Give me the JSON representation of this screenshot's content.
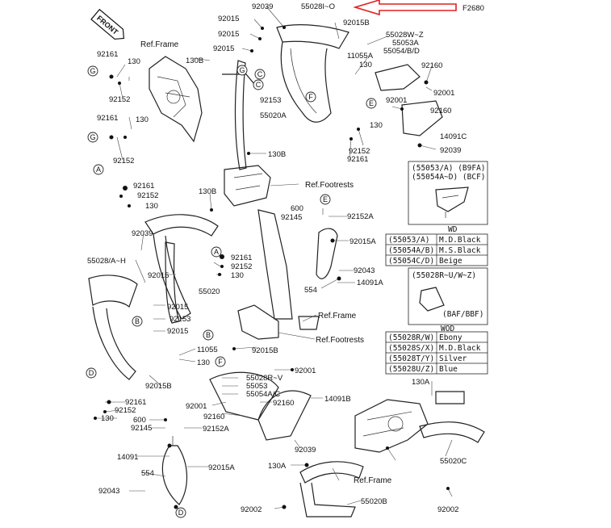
{
  "diagram_id": "F2680",
  "front_label": "FRONT",
  "accent_color": "#e02020",
  "refs": {
    "frame_top": "Ref.Frame",
    "footrests_top": "Ref.Footrests",
    "frame_mid": "Ref.Frame",
    "footrests_mid": "Ref.Footrests",
    "frame_bottom": "Ref.Frame"
  },
  "parts": {
    "p92039_top": "92039",
    "p55028_top": "55028I~O",
    "p92015_1": "92015",
    "p92015_2": "92015",
    "p92015_3": "92015",
    "p92015B_top": "92015B",
    "p55028WZ": "55028W~Z",
    "p55053A": "55053A",
    "p55054BD": "55054/B/D",
    "p11055A": "11055A",
    "p130B_1": "130B",
    "p130_r1": "130",
    "p92160_r1": "92160",
    "p92001_r1": "92001",
    "p92001_r2": "92001",
    "p92160_r2": "92160",
    "p14091C": "14091C",
    "p92039_r": "92039",
    "p92152_r": "92152",
    "p92161_r": "92161",
    "p130_r2": "130",
    "p92161_l1": "92161",
    "p130_l1": "130",
    "p92152_l1": "92152",
    "p92161_l2": "92161",
    "p130_l2": "130",
    "p92152_l2": "92152",
    "p92153_t": "92153",
    "p55020A": "55020A",
    "p130B_2": "130B",
    "p92161_a": "92161",
    "p92152_a": "92152",
    "p130_a": "130",
    "p130B_3": "130B",
    "p600_r": "600",
    "p92145_r": "92145",
    "p92152A_r": "92152A",
    "p92015A_r": "92015A",
    "p92043_r": "92043",
    "p554_r": "554",
    "p14091A": "14091A",
    "p92039_l": "92039",
    "p55028AH": "55028/A~H",
    "p92161_m": "92161",
    "p92152_m": "92152",
    "p130_m": "130",
    "p92015_l1": "92015",
    "p55020": "55020",
    "p92015_l2": "92015",
    "p92153_l": "92153",
    "p92015_l3": "92015",
    "p11055": "11055",
    "p130_l3": "130",
    "p92015B_m": "92015B",
    "p55028RV": "55028R~V",
    "p55053": "55053",
    "p55054AC": "55054A/C",
    "p92001_m": "92001",
    "p92001_m2": "92001",
    "p92160_m": "92160",
    "p92160_m2": "92160",
    "p14091B": "14091B",
    "p92015B_l": "92015B",
    "p92161_l3": "92161",
    "p92152_l3": "92152",
    "p130_l4": "130",
    "p600_l": "600",
    "p92145_l": "92145",
    "p92152A_l": "92152A",
    "p14091": "14091",
    "p92015A_l": "92015A",
    "p554_l": "554",
    "p92043_l": "92043",
    "p92039_b": "92039",
    "p130A_b": "130A",
    "p130A_r": "130A",
    "p55020C": "55020C",
    "p92002_b": "92002",
    "p55020B": "55020B",
    "p92002_r": "92002"
  },
  "callouts": {
    "G1": "G",
    "G2": "G",
    "G3": "G",
    "C1": "C",
    "C2": "C",
    "F1": "F",
    "F2": "F",
    "E1": "E",
    "E2": "E",
    "A1": "A",
    "A2": "A",
    "B1": "B",
    "B2": "B",
    "D1": "D",
    "D2": "D"
  },
  "table_b9fa": {
    "header1": "(55053/A) (B9FA)",
    "header2": "(55054A~D) (BCF)",
    "title": "WD",
    "rows": [
      {
        "code": "(55053/A)",
        "color": "M.D.Black"
      },
      {
        "code": "(55054A/B)",
        "color": "M.S.Black"
      },
      {
        "code": "(55054C/D)",
        "color": "Beige"
      }
    ]
  },
  "table_baf": {
    "header": "(55028R~U/W~Z)",
    "note": "(BAF/BBF)",
    "title": "WOD",
    "rows": [
      {
        "code": "(55028R/W)",
        "color": "Ebony"
      },
      {
        "code": "(55028S/X)",
        "color": "M.D.Black"
      },
      {
        "code": "(55028T/Y)",
        "color": "Silver"
      },
      {
        "code": "(55028U/Z)",
        "color": "Blue"
      }
    ]
  }
}
